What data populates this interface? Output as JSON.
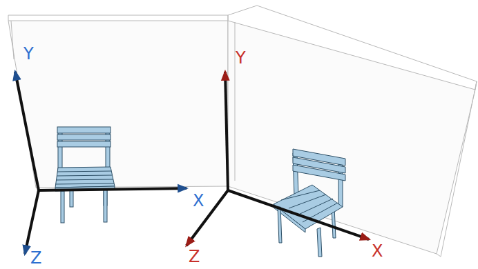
{
  "diagram": {
    "labels": [
      "Y",
      "X",
      "Z",
      "Y",
      "Z",
      "X"
    ]
  }
}
